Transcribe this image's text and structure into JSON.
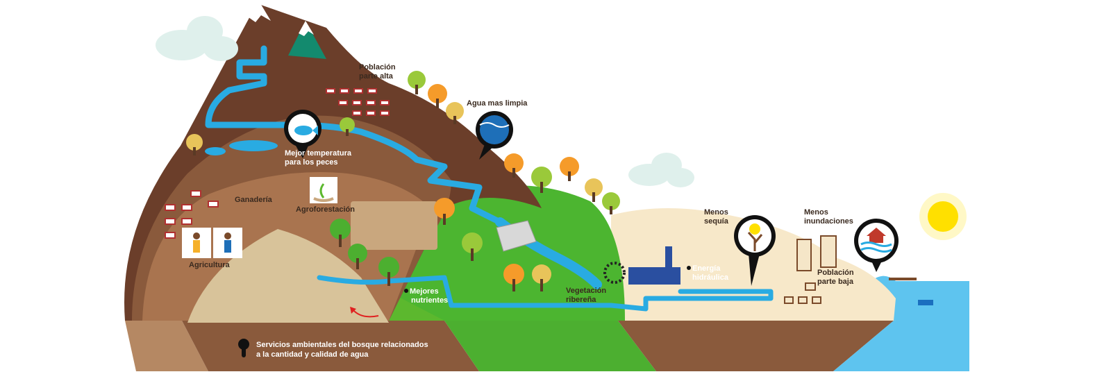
{
  "labels": {
    "poblacion_alta": [
      "Población",
      "parte alta"
    ],
    "agua_limpia": "Agua mas limpia",
    "mejor_temperatura": [
      "Mejor temperatura",
      "para los peces"
    ],
    "ganaderia": "Ganadería",
    "agroforestacion": "Agroforestación",
    "agricultura": "Agricultura",
    "mejores_nutrientes": [
      "Mejores",
      "nutrientes"
    ],
    "vegetacion_riberena": [
      "Vegetación",
      "ribereña"
    ],
    "energia_hidraulica": [
      "Energía",
      "hidráulica"
    ],
    "menos_sequia": [
      "Menos",
      "sequía"
    ],
    "menos_inundaciones": [
      "Menos",
      "inundaciones"
    ],
    "poblacion_baja": [
      "Población",
      "parte baja"
    ]
  },
  "legend": [
    "Servicios ambientales del bosque relacionados",
    "a la cantidad y calidad de agua"
  ],
  "icons": [
    "fish-icon",
    "water-drop-icon",
    "plant-hands-icon",
    "dry-tree-icon",
    "flooded-house-icon",
    "sun-icon",
    "location-pin-icon"
  ],
  "colors": {
    "soil_dark": "#8a5a3c",
    "soil_light": "#a9744f",
    "grass": "#5cb82e",
    "river": "#29abe2",
    "sand": "#f5e6c8",
    "sea": "#5ec4ef",
    "sun": "#ffe000",
    "mountain": "#6b3e2a",
    "pine": "#138a6e"
  }
}
